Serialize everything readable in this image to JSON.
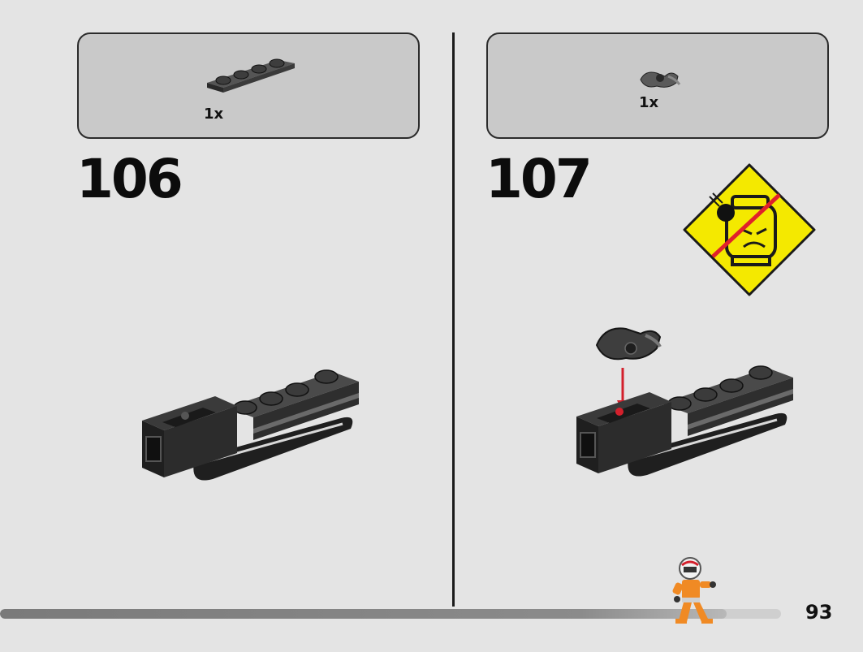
{
  "page": {
    "page_number": "93",
    "progress_fraction": 0.93
  },
  "steps": [
    {
      "number": "106",
      "parts": [
        {
          "quantity": "1x",
          "part": "1x4 plate, dark grey"
        }
      ]
    },
    {
      "number": "107",
      "parts": [
        {
          "quantity": "1x",
          "part": "clip with pin, dark grey"
        }
      ],
      "warning": "choking hazard symbol"
    }
  ],
  "colors": {
    "background": "#e4e4e4",
    "parts_box": "#c9c9c9",
    "brick_dark": "#2c2c2c",
    "warning_yellow": "#f4e900",
    "warning_red": "#e0212b",
    "arrow_red": "#d3202c",
    "figure_orange": "#f08a24"
  }
}
